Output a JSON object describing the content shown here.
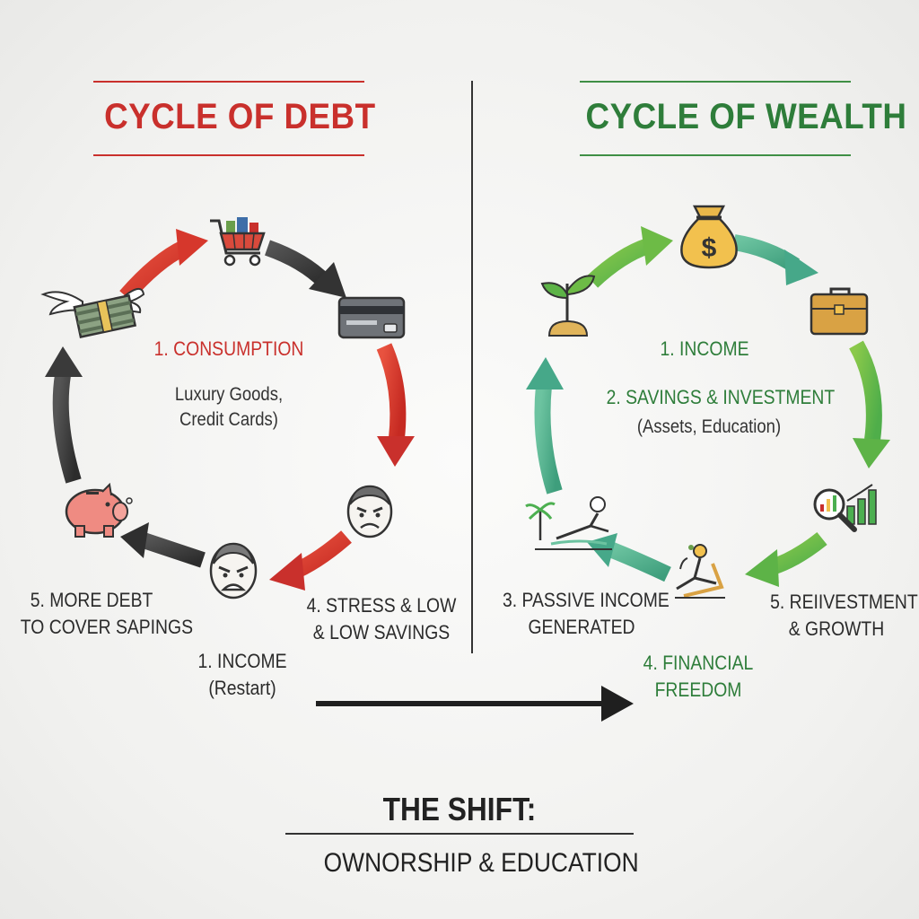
{
  "debt": {
    "title": "CYCLE OF DEBT",
    "color": "#c9302c",
    "consumption": "1. CONSUMPTION",
    "consumption_detail_line1": "Luxury Goods,",
    "consumption_detail_line2": "Credit Cards)",
    "stress_line1": "4. STRESS & LOW",
    "stress_line2": "& LOW SAVINGS",
    "income_line1": "1. INCOME",
    "income_line2": "(Restart)",
    "more_debt_line1": "5. MORE DEBT",
    "more_debt_line2": "TO COVER SAPINGS",
    "icons": [
      "shopping-cart-icon",
      "credit-card-icon",
      "stressed-face-icon",
      "angry-face-icon",
      "piggy-bank-icon",
      "flying-money-icon"
    ]
  },
  "wealth": {
    "title": "CYCLE OF WEALTH",
    "color": "#2e7d3a",
    "income": "1. INCOME",
    "savings": "2. SAVINGS & INVESTMENT",
    "savings_detail": "(Assets, Education)",
    "passive_line1": "3. PASSIVE INCOME",
    "passive_line2": "GENERATED",
    "freedom_line1": "4. FINANCIAL",
    "freedom_line2": "FREEDOM",
    "reinvest_line1": "5. REIIVESTMENT",
    "reinvest_line2": "& GROWTH",
    "icons": [
      "money-bag-icon",
      "briefcase-icon",
      "growth-chart-icon",
      "relaxing-person-icon",
      "beach-lounger-icon",
      "sprout-icon"
    ]
  },
  "shift": {
    "title": "THE SHIFT:",
    "subtitle": "OWNORSHIP & EDUCATION"
  }
}
